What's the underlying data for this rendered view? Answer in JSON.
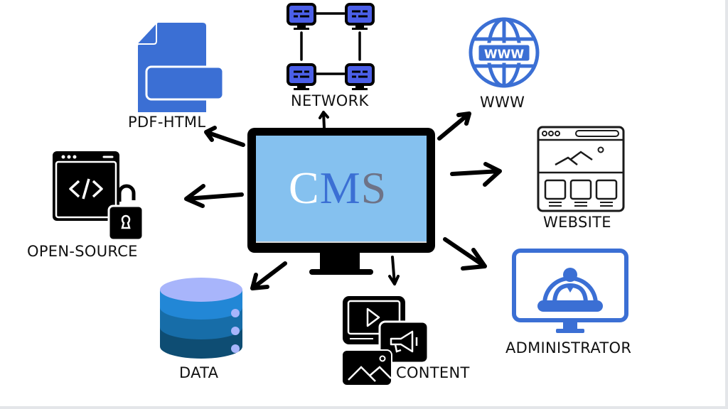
{
  "title": "CMS",
  "center": {
    "title_letters": [
      "C",
      "M",
      "S"
    ],
    "letter_colors": [
      "#ffffff",
      "#3b6fd4",
      "#6e7387"
    ],
    "screen_color": "#85c1ef",
    "frame_color": "#000000"
  },
  "nodes": {
    "pdf_html": {
      "label": "PDF-HTML",
      "icon": "file-document-icon",
      "color": "#3b6fd4"
    },
    "network": {
      "label": "NETWORK",
      "icon": "network-computers-icon",
      "color": "#4b5fe8"
    },
    "www": {
      "label": "WWW",
      "icon": "globe-www-icon",
      "color": "#3b6fd4"
    },
    "website": {
      "label": "WEBSITE",
      "icon": "website-layout-icon",
      "color": "#1a1a1a"
    },
    "administrator": {
      "label": "ADMINISTRATOR",
      "icon": "admin-monitor-icon",
      "color": "#3b6fd4"
    },
    "content": {
      "label": "CONTENT",
      "icon": "media-content-icon",
      "color": "#000000"
    },
    "data": {
      "label": "DATA",
      "icon": "database-icon",
      "colors": [
        "#a8b5fb",
        "#2287d6",
        "#176da8",
        "#0e4d73"
      ]
    },
    "open_source": {
      "label": "OPEN-SOURCE",
      "icon": "code-unlock-icon",
      "color": "#000000"
    }
  },
  "www_text": "WWW"
}
